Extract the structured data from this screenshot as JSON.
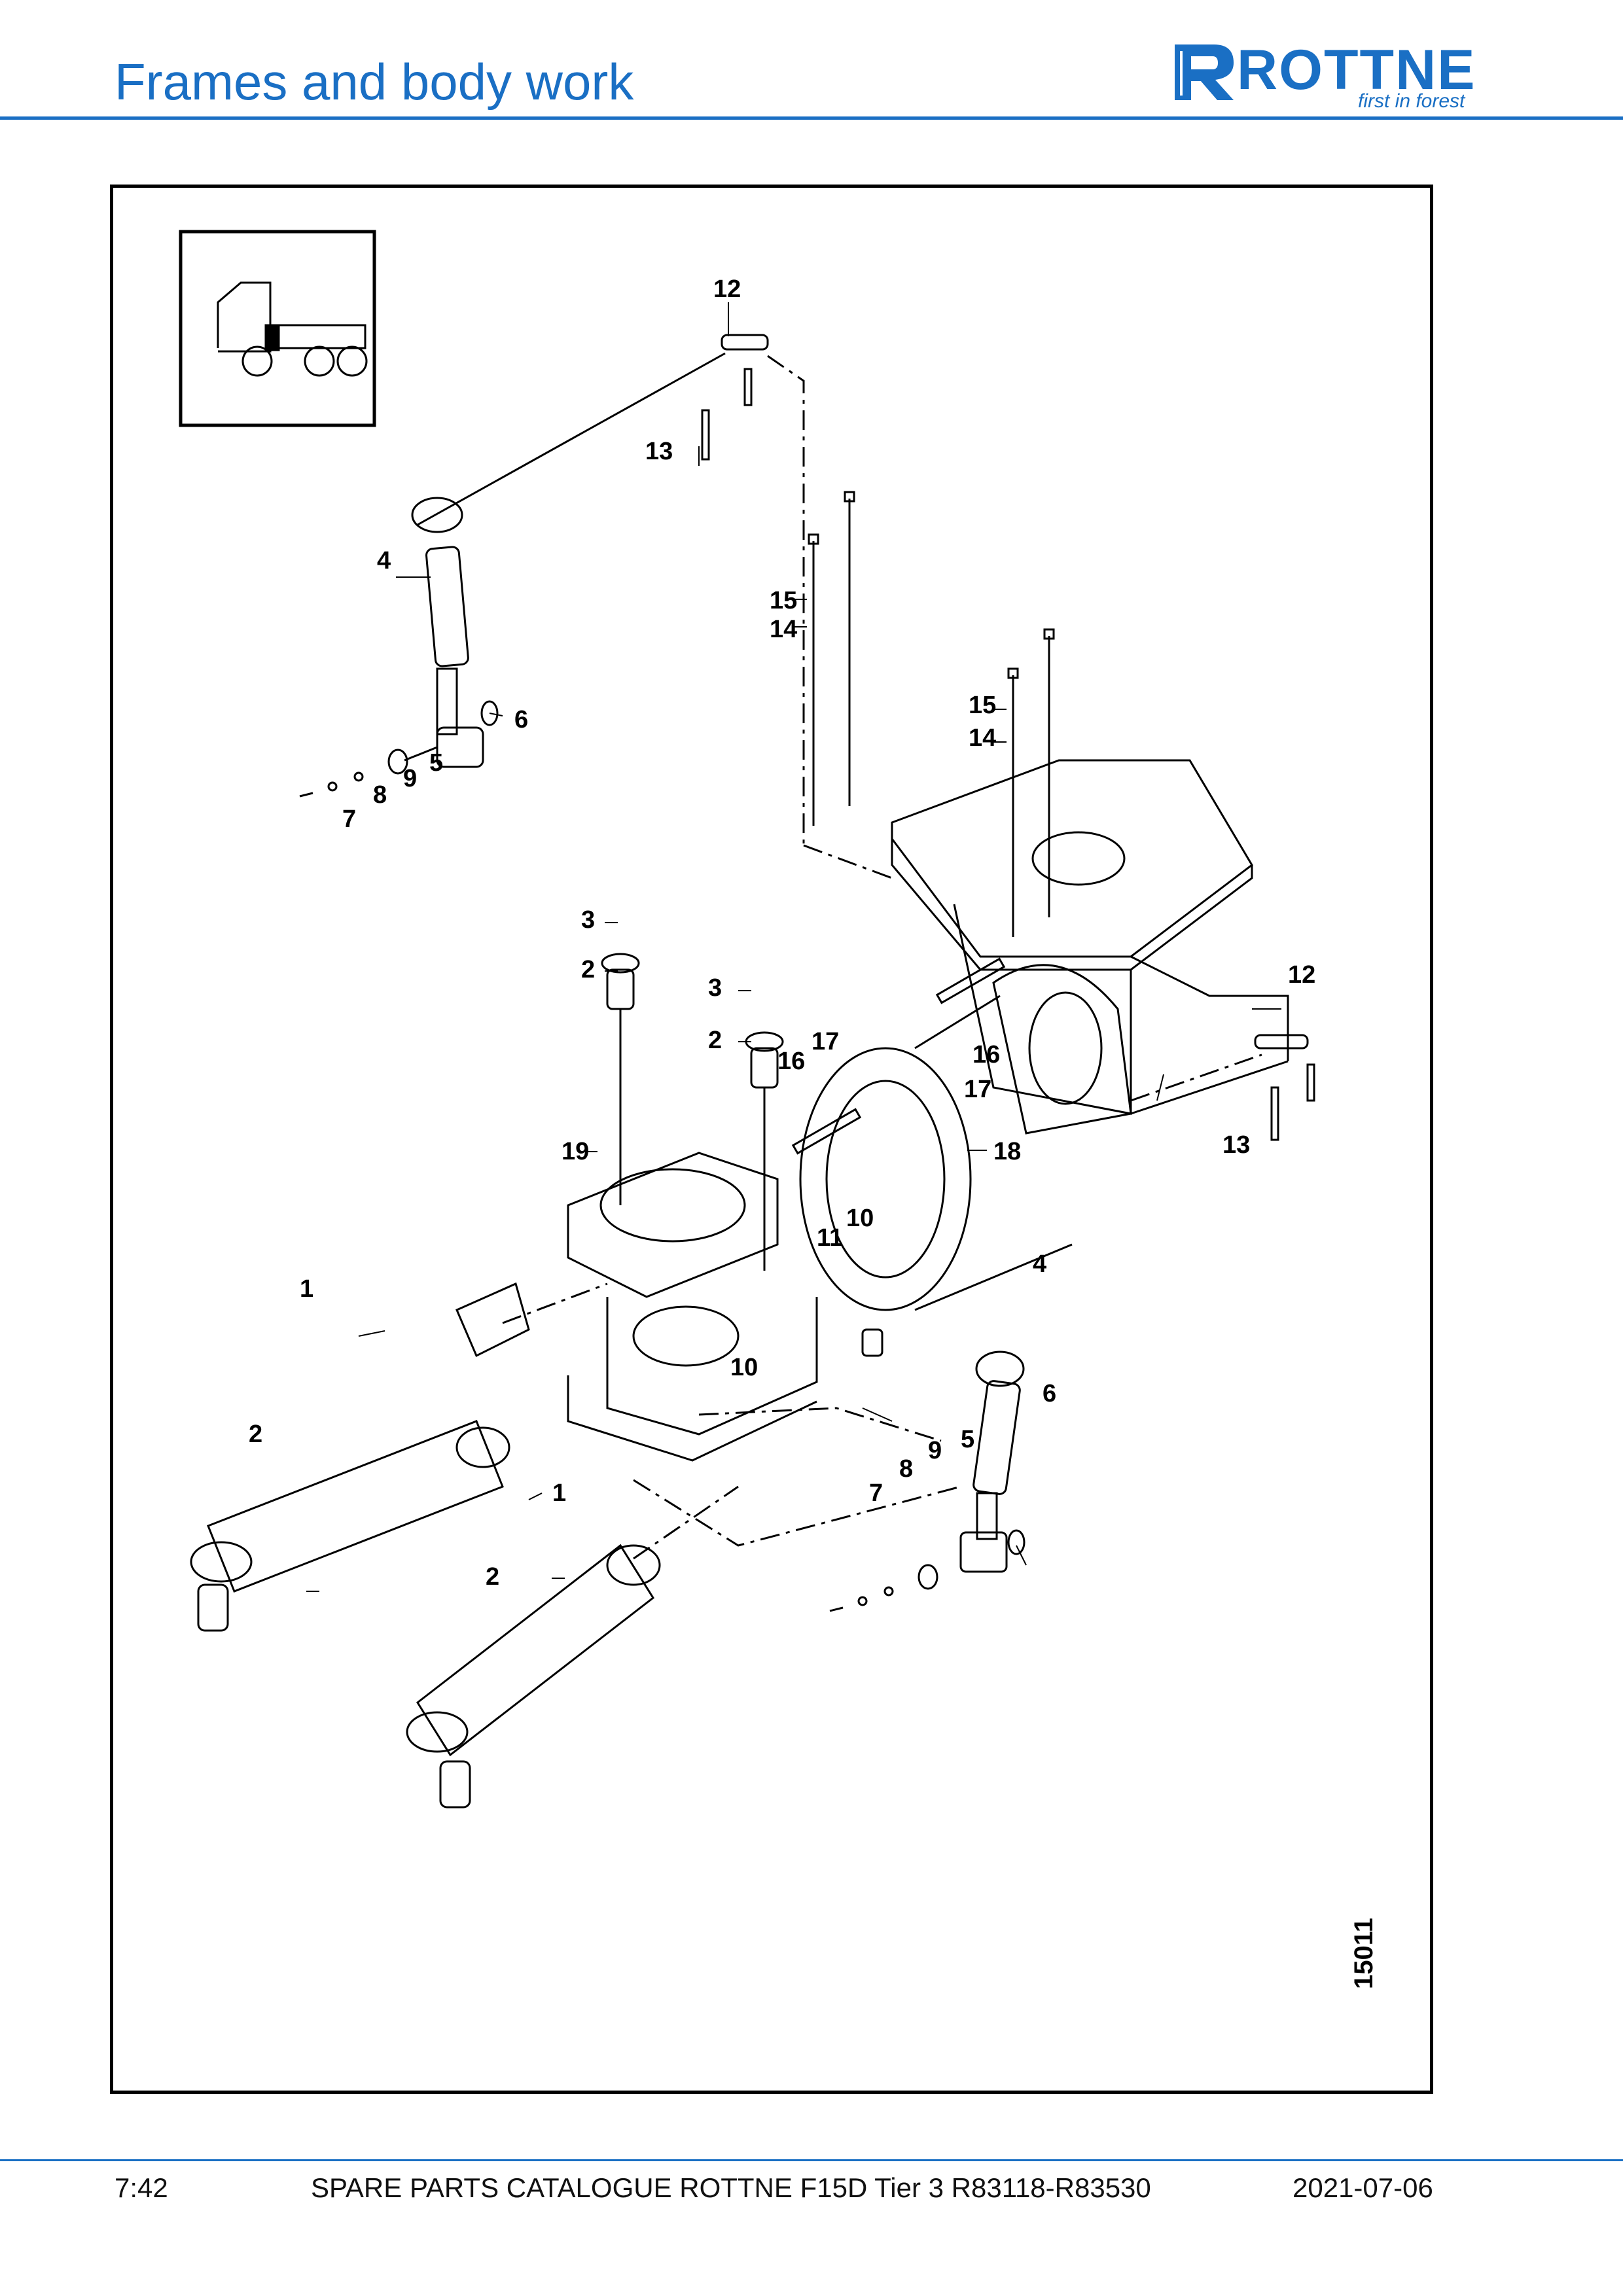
{
  "header": {
    "title": "Frames and body work",
    "logo_word": "ROTTNE",
    "logo_tagline": "first in forest"
  },
  "drawing": {
    "number": "15011",
    "callouts": [
      "12",
      "13",
      "4",
      "6",
      "5",
      "9",
      "8",
      "7",
      "15",
      "14",
      "15",
      "14",
      "3",
      "2",
      "3",
      "2",
      "16",
      "17",
      "16",
      "17",
      "12",
      "19",
      "18",
      "13",
      "10",
      "11",
      "1",
      "4",
      "6",
      "10",
      "2",
      "5",
      "9",
      "8",
      "7",
      "1",
      "2"
    ]
  },
  "footer": {
    "page": "7:42",
    "catalogue": "SPARE PARTS CATALOGUE ROTTNE F15D Tier 3 R83118-R83530",
    "date": "2021-07-06"
  },
  "colors": {
    "brand": "#1a6fc4"
  }
}
